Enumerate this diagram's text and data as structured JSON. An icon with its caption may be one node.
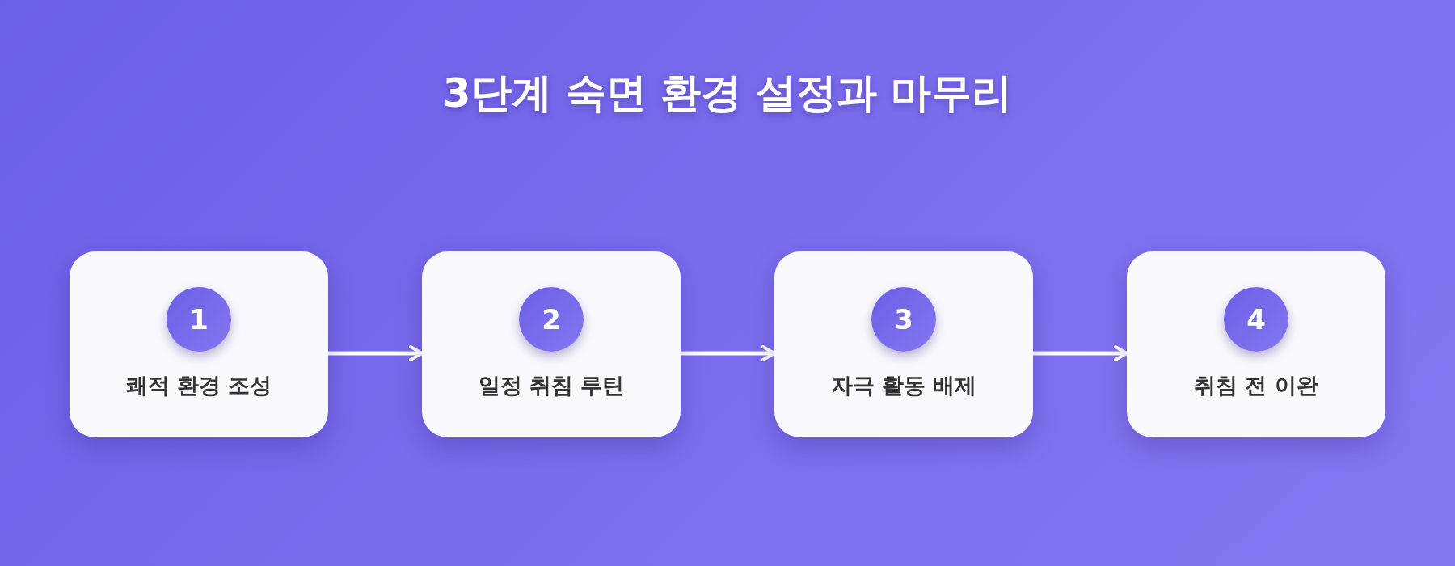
{
  "diagram": {
    "title": "3단계 숙면 환경 설정과 마무리",
    "nodes": [
      {
        "text": [
          "1",
          "쾌적 환경 조성"
        ]
      },
      {
        "text": [
          "2",
          "일정 취침 루틴"
        ]
      },
      {
        "text": [
          "3",
          "자극 활동 배제"
        ]
      },
      {
        "text": [
          "4",
          "취침 전 이완"
        ]
      }
    ],
    "edges": [
      {
        "from": 0,
        "to": 1,
        "arrow": "to"
      },
      {
        "from": 1,
        "to": 2,
        "arrow": "to"
      },
      {
        "from": 2,
        "to": 3,
        "arrow": "to"
      }
    ]
  }
}
